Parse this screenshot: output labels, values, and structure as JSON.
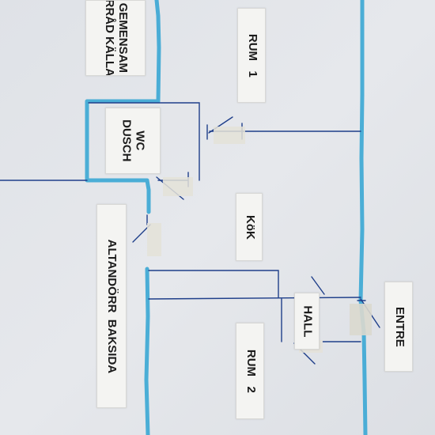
{
  "labels": {
    "gemensam_forrad": "GEMENSAM\nFÖRRÅD KÄLLARE",
    "rum1": "RUM   1",
    "wc_dusch": "WC\nDUSCH",
    "kok": "KöK",
    "altandorr": "ALTANDÖRR  BAKSIDA",
    "hall": "HALL",
    "rum2": "RUM   2",
    "entre": "ENTRE"
  },
  "colors": {
    "paper": "#e4e6ea",
    "wall_marker": "#3aa7d4",
    "ink": "#1f3f8a",
    "label_paper": "#f4f4f2"
  }
}
